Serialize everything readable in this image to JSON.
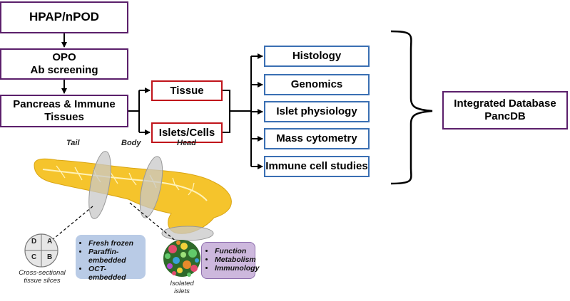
{
  "workflow": {
    "hpap": "HPAP/nPOD",
    "opo_line1": "OPO",
    "opo_line2": "Ab screening",
    "pancreas_line1": "Pancreas & Immune",
    "pancreas_line2": "Tissues",
    "tissue": "Tissue",
    "islets": "Islets/Cells",
    "assays": [
      "Histology",
      "Genomics",
      "Islet physiology",
      "Mass cytometry",
      "Immune cell studies"
    ],
    "database_line1": "Integrated Database",
    "database_line2": "PancDB"
  },
  "pancreas": {
    "tail": "Tail",
    "body": "Body",
    "head": "Head"
  },
  "cross_section": {
    "quadrants": [
      "D",
      "A",
      "C",
      "B"
    ],
    "caption_line1": "Cross-sectional",
    "caption_line2": "tissue slices"
  },
  "tissue_prep": [
    "Fresh frozen",
    "Paraffin-embedded",
    "OCT-embedded"
  ],
  "islet": {
    "caption_line1": "Isolated",
    "caption_line2": "islets"
  },
  "islet_studies": [
    "Function",
    "Metabolism",
    "Immunology"
  ],
  "colors": {
    "purple": "#5b1f6b",
    "red": "#c0141b",
    "blue": "#3a6fb3",
    "pancreas": "#f5c42c",
    "prep_box": "#b9cbe6",
    "studies_box": "#cdb8dd"
  }
}
